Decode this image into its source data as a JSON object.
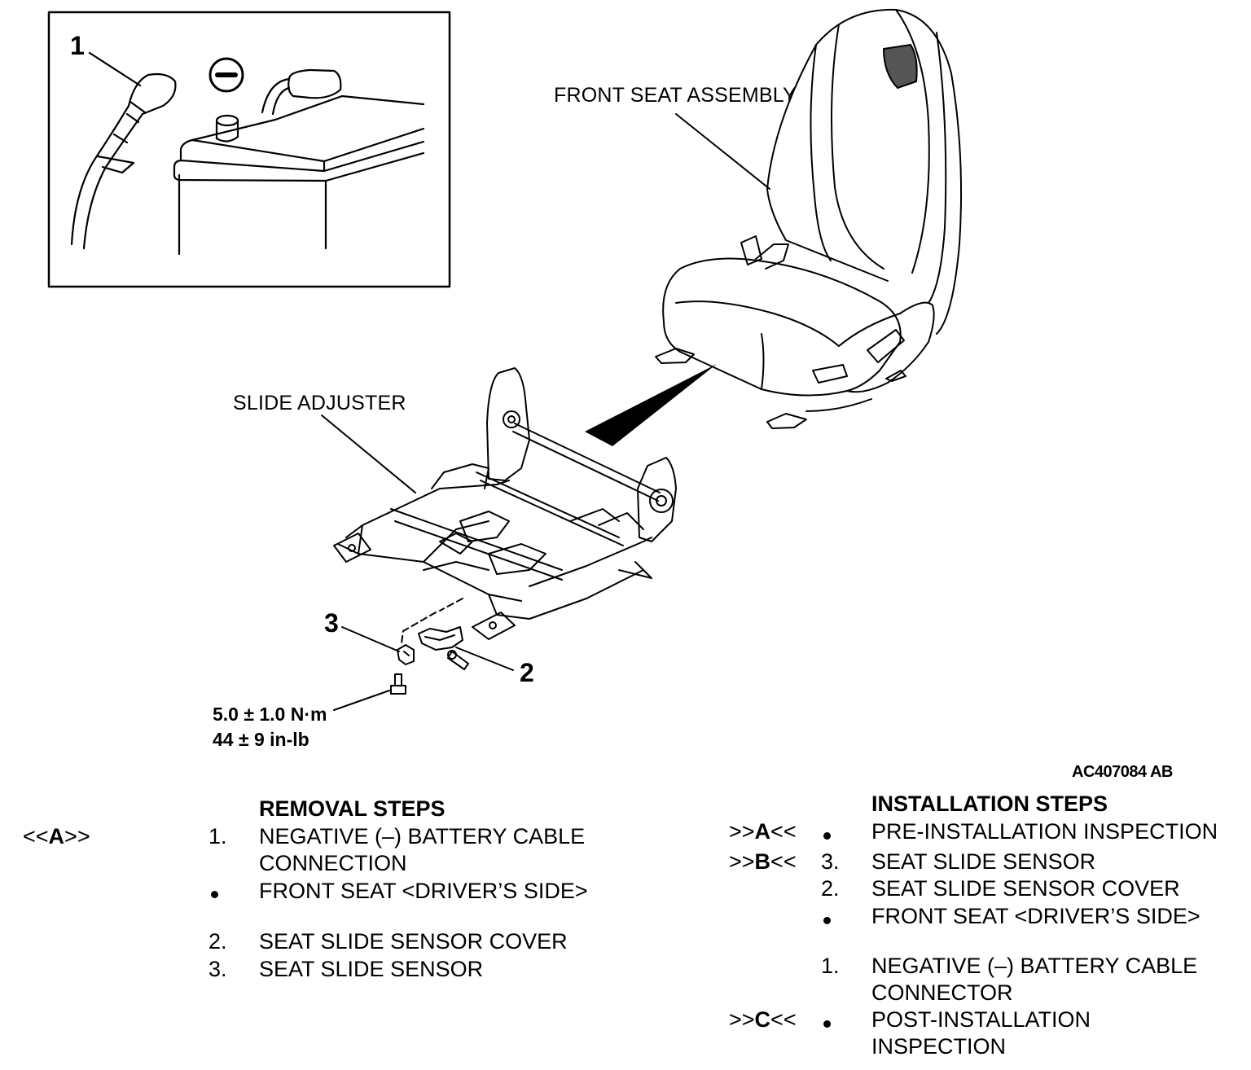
{
  "callouts": {
    "item1": "1",
    "item2": "2",
    "item3": "3",
    "front_seat_assembly": "FRONT SEAT ASSEMBLY",
    "slide_adjuster": "SLIDE ADJUSTER",
    "torque_nm": "5.0 ± 1.0 N·m",
    "torque_inlb": "44 ± 9 in-lb",
    "figure_code": "AC407084 AB"
  },
  "removal": {
    "heading": "REMOVAL STEPS",
    "ref_a_open": "<<",
    "ref_a_letter": "A",
    "ref_a_close": ">>",
    "steps": [
      {
        "num": "1.",
        "text": "NEGATIVE (–) BATTERY CABLE",
        "text2": "CONNECTION"
      },
      {
        "num": "",
        "text": "FRONT SEAT <DRIVER’S SIDE>"
      },
      {
        "num": "2.",
        "text": "SEAT SLIDE SENSOR COVER"
      },
      {
        "num": "3.",
        "text": "SEAT SLIDE SENSOR"
      }
    ]
  },
  "installation": {
    "heading": "INSTALLATION STEPS",
    "refs": [
      {
        "open": ">>",
        "letter": "A",
        "close": "<<"
      },
      {
        "open": ">>",
        "letter": "B",
        "close": "<<"
      },
      {
        "open": ">>",
        "letter": "C",
        "close": "<<"
      }
    ],
    "steps": [
      {
        "num": "",
        "text": "PRE-INSTALLATION INSPECTION"
      },
      {
        "num": "3.",
        "text": "SEAT SLIDE SENSOR"
      },
      {
        "num": "2.",
        "text": "SEAT SLIDE SENSOR COVER"
      },
      {
        "num": "",
        "text": "FRONT SEAT <DRIVER’S SIDE>"
      },
      {
        "num": "1.",
        "text": "NEGATIVE (–) BATTERY CABLE",
        "text2": "CONNECTOR"
      },
      {
        "num": "",
        "text": "POST-INSTALLATION",
        "text2": "INSPECTION"
      }
    ]
  }
}
